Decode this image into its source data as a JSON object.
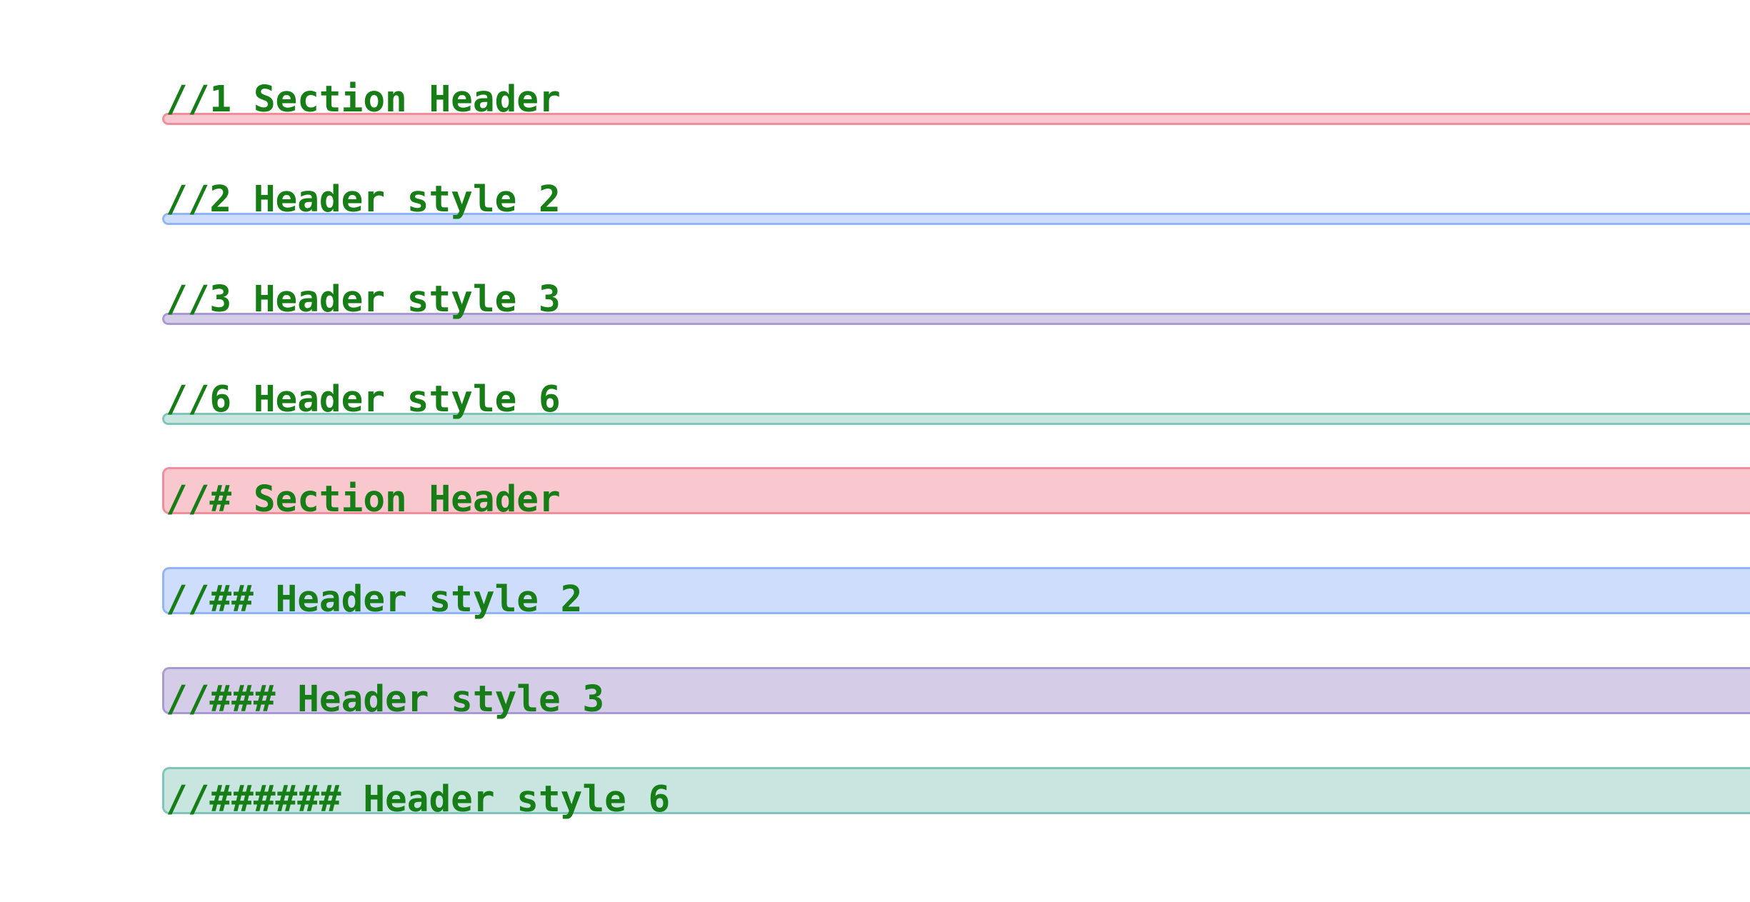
{
  "canvas": {
    "background_color": "#ffffff"
  },
  "comment_headers": {
    "text_color": "#177d17",
    "rows": [
      {
        "text": "//1 Section Header",
        "decoration": "underline",
        "color_name": "red",
        "fill": "#f9c7ce",
        "border": "#f08e9b"
      },
      {
        "text": "//2 Header style 2",
        "decoration": "underline",
        "color_name": "blue",
        "fill": "#cdddfb",
        "border": "#90b4f6"
      },
      {
        "text": "//3 Header style 3",
        "decoration": "underline",
        "color_name": "purple",
        "fill": "#d5cde8",
        "border": "#a89bd3"
      },
      {
        "text": "//6 Header style 6",
        "decoration": "underline",
        "color_name": "teal",
        "fill": "#c8e5e0",
        "border": "#81c4bb"
      },
      {
        "text": "//# Section Header",
        "decoration": "highlight",
        "color_name": "red",
        "fill": "#f9c7ce",
        "border": "#f08e9b"
      },
      {
        "text": "//## Header style 2",
        "decoration": "highlight",
        "color_name": "blue",
        "fill": "#cdddfb",
        "border": "#90b4f6"
      },
      {
        "text": "//### Header style 3",
        "decoration": "highlight",
        "color_name": "purple",
        "fill": "#d5cde8",
        "border": "#a89bd3"
      },
      {
        "text": "//###### Header style 6",
        "decoration": "highlight",
        "color_name": "teal",
        "fill": "#c8e5e0",
        "border": "#81c4bb"
      }
    ]
  }
}
